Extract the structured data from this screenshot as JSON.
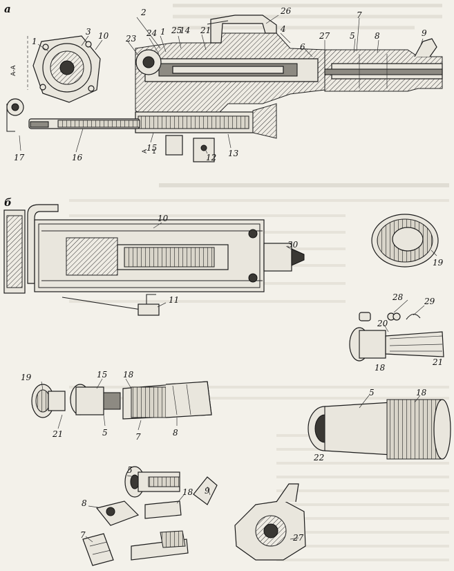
{
  "figure": {
    "panel_a": "а",
    "panel_b": "б",
    "section_mark_left": "А-А",
    "section_mark_bottom": "А",
    "section_mark_bottom_num": "1"
  },
  "callouts": {
    "1": "1",
    "2": "2",
    "3": "3",
    "4": "4",
    "5": "5",
    "6": "6",
    "7": "7",
    "8": "8",
    "9": "9",
    "10": "10",
    "11": "11",
    "12": "12",
    "13": "13",
    "14": "14",
    "15": "15",
    "16": "16",
    "17": "17",
    "18": "18",
    "19": "19",
    "20": "20",
    "21": "21",
    "22": "22",
    "23": "23",
    "24": "24",
    "25": "25",
    "26": "26",
    "27": "27",
    "28": "28",
    "29": "29",
    "30": "30"
  }
}
